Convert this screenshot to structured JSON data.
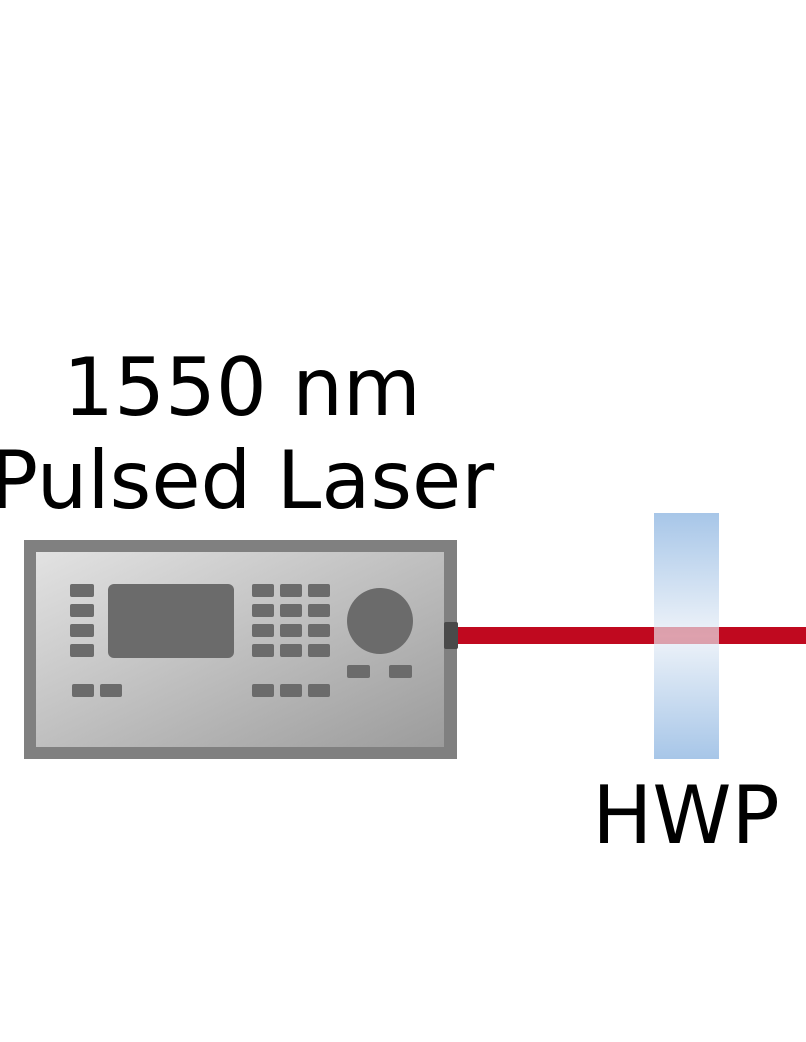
{
  "laser": {
    "title_line1": "1550 nm",
    "title_line2": "Pulsed Laser"
  },
  "waveplate": {
    "label": "HWP"
  },
  "colors": {
    "beam": "#c0091f",
    "laser_body_frame": "#808080",
    "laser_panel_light": "#dcdcdc",
    "laser_panel_dark": "#a0a0a0",
    "laser_controls": "#6b6b6b",
    "waveplate_edge": "#a9c7e8",
    "waveplate_center": "#eef3f9"
  },
  "icons": {
    "laser": "laser-source-icon",
    "waveplate": "half-wave-plate-icon"
  }
}
